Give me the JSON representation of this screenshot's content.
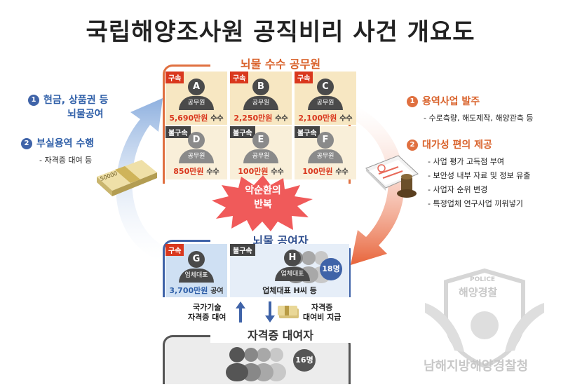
{
  "title": "국립해양조사원 공직비리 사건 개요도",
  "receivers": {
    "header": "뇌물 수수 공무원",
    "officials": [
      {
        "tag": "구속",
        "letter": "A",
        "role": "공무원",
        "amount": "5,690만원",
        "unit": "수수"
      },
      {
        "tag": "구속",
        "letter": "B",
        "role": "공무원",
        "amount": "2,250만원",
        "unit": "수수"
      },
      {
        "tag": "구속",
        "letter": "C",
        "role": "공무원",
        "amount": "2,100만원",
        "unit": "수수"
      },
      {
        "tag": "불구속",
        "letter": "D",
        "role": "공무원",
        "amount": "850만원",
        "unit": "수수"
      },
      {
        "tag": "불구속",
        "letter": "E",
        "role": "공무원",
        "amount": "100만원",
        "unit": "수수"
      },
      {
        "tag": "불구속",
        "letter": "F",
        "role": "공무원",
        "amount": "100만원",
        "unit": "수수"
      }
    ]
  },
  "vicious_cycle": {
    "line1": "악순환의",
    "line2": "반복"
  },
  "givers": {
    "header": "뇌물 공여자",
    "g": {
      "tag": "구속",
      "letter": "G",
      "role": "업체대표",
      "amount": "3,700만원",
      "unit": "공여"
    },
    "h": {
      "tag": "불구속",
      "letter": "H",
      "role": "업체대표",
      "caption": "업체대표 H씨 등",
      "count": "18명"
    }
  },
  "lenders": {
    "header": "자격증 대여자",
    "count": "16명"
  },
  "flow": {
    "up_label_1": "국가기술",
    "up_label_2": "자격증 대여",
    "down_label_1": "자격증",
    "down_label_2": "대여비 지급"
  },
  "left": {
    "item1_num": "1",
    "item1_line1": "현금, 상품권 등",
    "item1_line2": "뇌물공여",
    "item2_num": "2",
    "item2_line1": "부실용역 수행",
    "item2_note": "- 자격증 대여 등",
    "money_label": "50000"
  },
  "right": {
    "item1_num": "1",
    "item1_title": "용역사업 발주",
    "item1_note": "- 수로측량, 해도제작, 해양관측 등",
    "item2_num": "2",
    "item2_title": "대가성 편의 제공",
    "item2_notes": [
      "- 사업 평가 고득점 부여",
      "- 보안성 내부 자료 및 정보 유출",
      "- 사업자 순위 변경",
      "- 특정업체 연구사업  끼워넣기"
    ]
  },
  "watermark": {
    "police": "POLICE",
    "name": "해양경찰",
    "agency": "남해지방해양경찰청"
  },
  "colors": {
    "orange": "#e07040",
    "blue": "#3f63a8",
    "red": "#d9381e"
  }
}
